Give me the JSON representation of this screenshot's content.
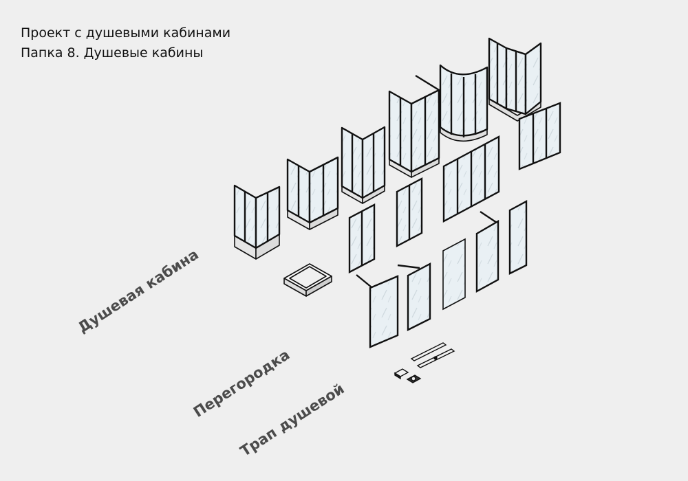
{
  "header": {
    "project": "Проект с душевыми кабинами",
    "folder": "Папка 8. Душевые кабины"
  },
  "categories": {
    "cabin": "Душевая кабина",
    "partition": "Перегородка",
    "drain": "Трап душевой"
  },
  "colors": {
    "background": "#efefef",
    "glass": "#e9f0f4",
    "frame": "#111111",
    "label": "#4b4b4b"
  }
}
